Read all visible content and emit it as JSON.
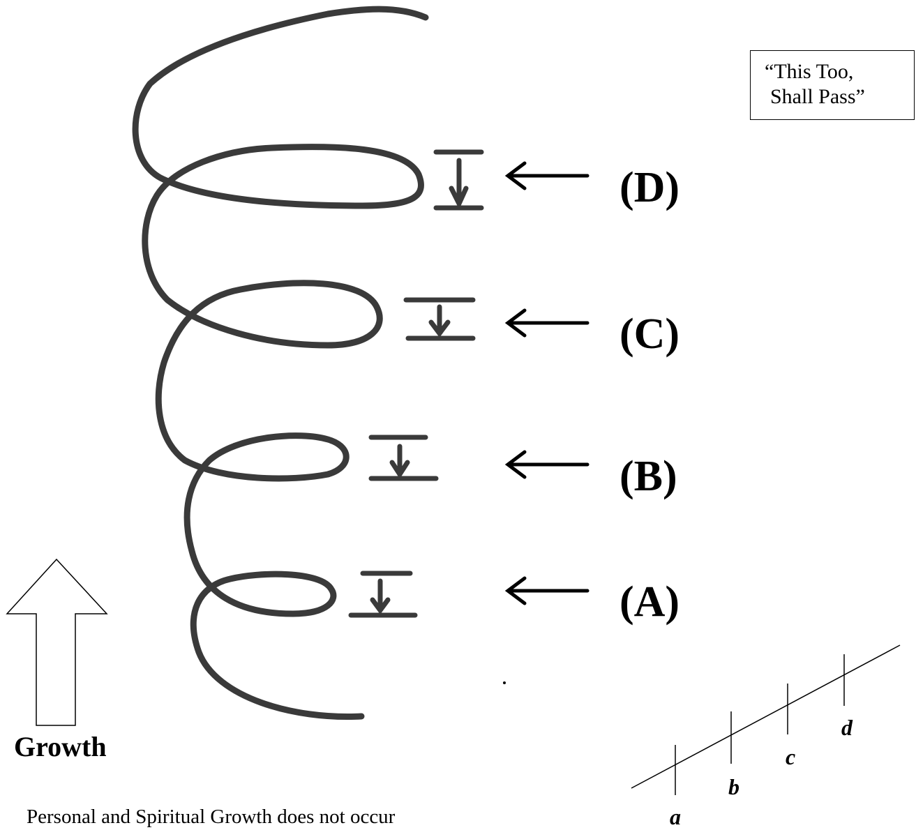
{
  "quote": {
    "line1": "“This Too,",
    "line2": "Shall Pass”"
  },
  "phases": [
    {
      "id": "D",
      "label": "(D)"
    },
    {
      "id": "C",
      "label": "(C)"
    },
    {
      "id": "B",
      "label": "(B)"
    },
    {
      "id": "A",
      "label": "(A)"
    }
  ],
  "growth": {
    "label": "Growth"
  },
  "caption": "Personal and Spiritual Growth does not occur",
  "steps": [
    "a",
    "b",
    "c",
    "d"
  ],
  "colors": {
    "spiral": "#3a3a3a",
    "ink": "#000000"
  }
}
